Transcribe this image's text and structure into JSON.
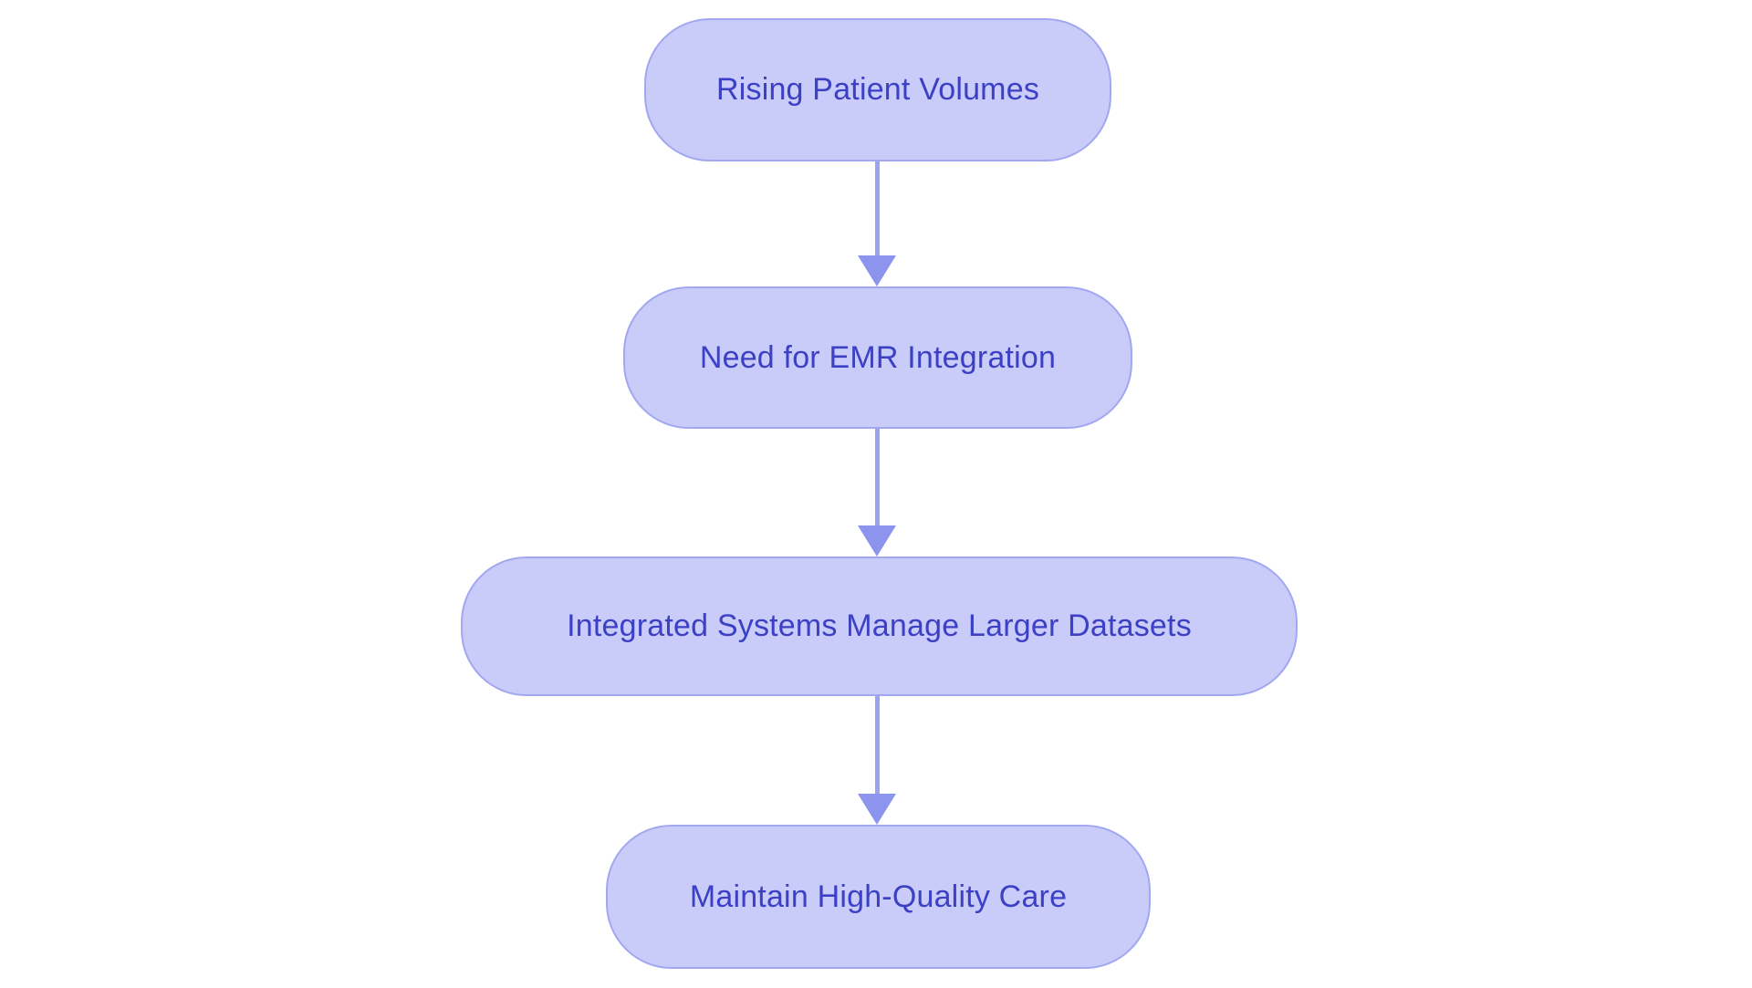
{
  "diagram": {
    "type": "flowchart",
    "direction": "top-down",
    "colors": {
      "background": "#ffffff",
      "node_fill": "#c9cbf8",
      "node_border": "#a2a7f0",
      "node_text": "#3b40c4",
      "arrow_shaft": "#9ba2f3",
      "arrow_head": "#8c94ee"
    },
    "nodes": [
      {
        "id": "step-1",
        "label": "Rising Patient Volumes"
      },
      {
        "id": "step-2",
        "label": "Need for EMR Integration"
      },
      {
        "id": "step-3",
        "label": "Integrated Systems Manage Larger Datasets"
      },
      {
        "id": "step-4",
        "label": "Maintain High-Quality Care"
      }
    ],
    "edges": [
      {
        "from": "step-1",
        "to": "step-2"
      },
      {
        "from": "step-2",
        "to": "step-3"
      },
      {
        "from": "step-3",
        "to": "step-4"
      }
    ]
  }
}
